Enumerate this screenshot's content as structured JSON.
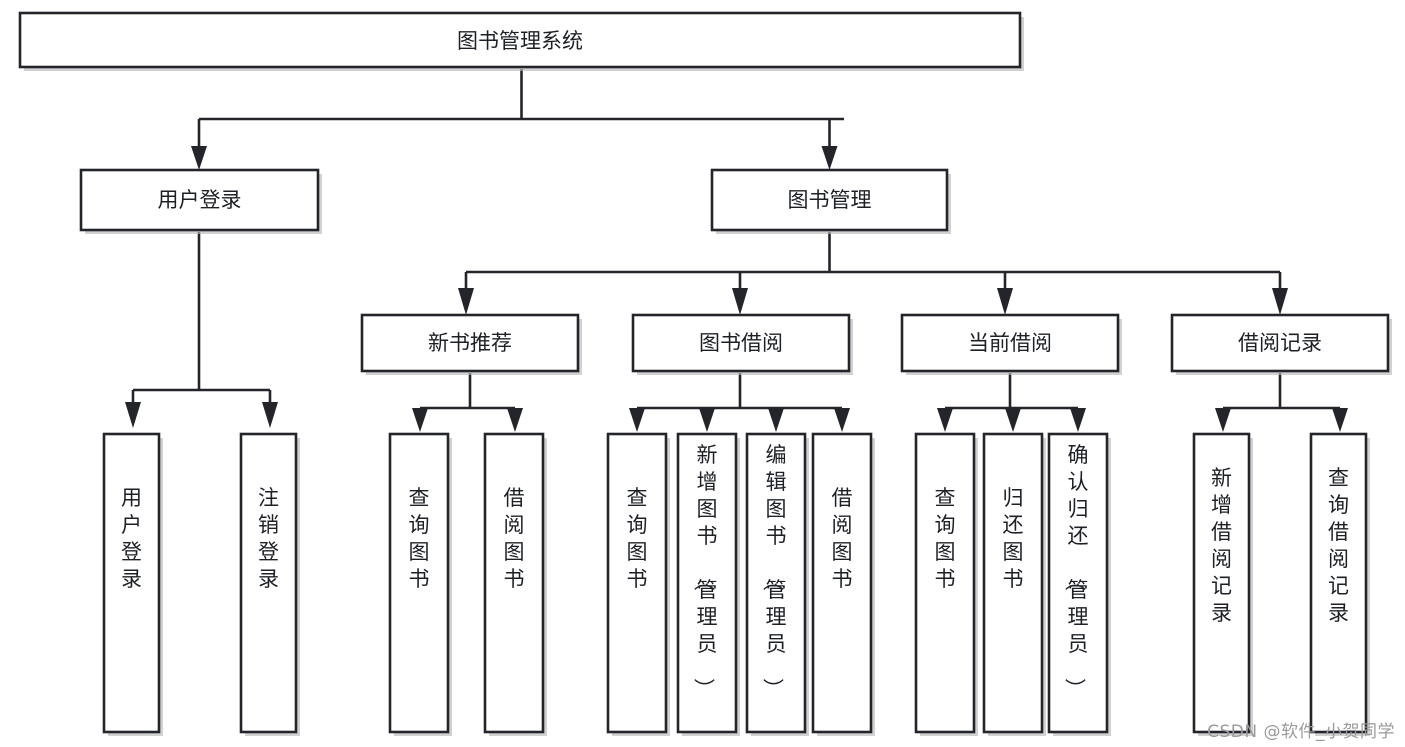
{
  "diagram": {
    "title": "图书管理系统",
    "type": "tree-hierarchy",
    "watermark": "CSDN @软件_小贺同学",
    "root": {
      "id": "root",
      "label": "图书管理系统"
    },
    "level2": [
      {
        "id": "user-login",
        "label": "用户登录"
      },
      {
        "id": "book-manage",
        "label": "图书管理"
      }
    ],
    "level3": [
      {
        "id": "new-book-recommend",
        "label": "新书推荐"
      },
      {
        "id": "book-borrow",
        "label": "图书借阅"
      },
      {
        "id": "current-borrow",
        "label": "当前借阅"
      },
      {
        "id": "borrow-record",
        "label": "借阅记录"
      }
    ],
    "leaves": [
      {
        "id": "leaf-user-login",
        "label": "用户登录",
        "parent": "user-login"
      },
      {
        "id": "leaf-logout-login",
        "label": "注销登录",
        "parent": "user-login"
      },
      {
        "id": "leaf-query-book-1",
        "label": "查询图书",
        "parent": "new-book-recommend"
      },
      {
        "id": "leaf-borrow-book-1",
        "label": "借阅图书",
        "parent": "new-book-recommend"
      },
      {
        "id": "leaf-query-book-2",
        "label": "查询图书",
        "parent": "book-borrow"
      },
      {
        "id": "leaf-add-book",
        "label": "新增图书（管理员）",
        "parent": "book-borrow"
      },
      {
        "id": "leaf-edit-book",
        "label": "编辑图书（管理员）",
        "parent": "book-borrow"
      },
      {
        "id": "leaf-borrow-book-2",
        "label": "借阅图书",
        "parent": "book-borrow"
      },
      {
        "id": "leaf-query-book-3",
        "label": "查询图书",
        "parent": "current-borrow"
      },
      {
        "id": "leaf-return-book",
        "label": "归还图书",
        "parent": "current-borrow"
      },
      {
        "id": "leaf-confirm-return",
        "label": "确认归还（管理员）",
        "parent": "current-borrow"
      },
      {
        "id": "leaf-add-record",
        "label": "新增借阅记录",
        "parent": "borrow-record"
      },
      {
        "id": "leaf-query-record",
        "label": "查询借阅记录",
        "parent": "borrow-record"
      }
    ],
    "colors": {
      "stroke": "#23252b",
      "fill": "#ffffff",
      "text": "#1d2026",
      "watermark": "#9a9a9a"
    }
  }
}
